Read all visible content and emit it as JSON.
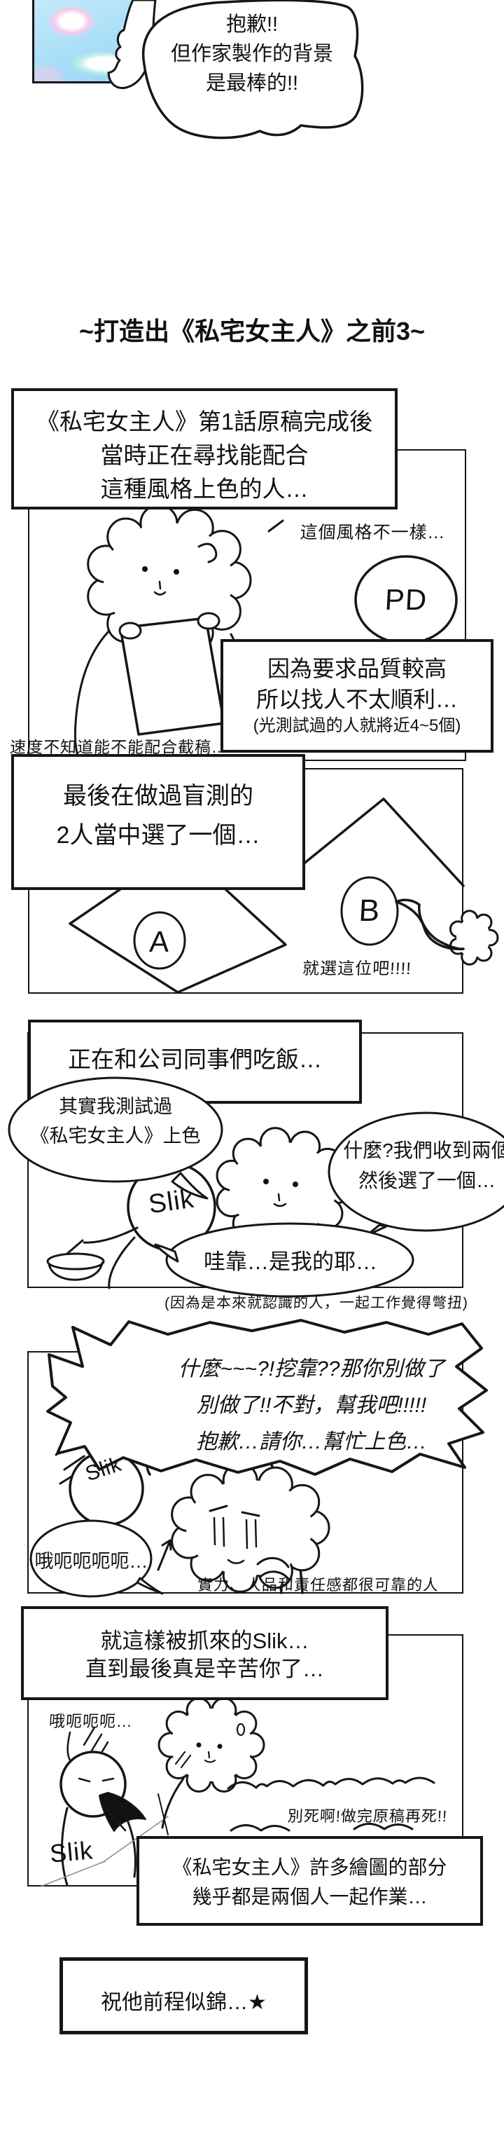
{
  "page": {
    "ink": "#111111",
    "background": "#ffffff"
  },
  "photo_colors": {
    "sky": "#abdff7",
    "flare_pink": "#f6c9ec",
    "flare_teal": "#c2f2e4",
    "flare_white": "#ffffff"
  },
  "top_bubble": {
    "lines": [
      "抱歉!!",
      "但作家製作的背景",
      "是最棒的!!"
    ]
  },
  "title": "~打造出《私宅女主人》之前3~",
  "boxes": {
    "b1": [
      "《私宅女主人》第1話原稿完成後",
      "當時正在尋找能配合",
      "這種風格上色的人…"
    ],
    "b2": [
      "因為要求品質較高",
      "所以找人不太順利…",
      "(光測試過的人就將近4~5個)"
    ],
    "b3": [
      "最後在做過盲測的",
      "2人當中選了一個…"
    ],
    "b4": [
      "正在和公司同事們吃飯…"
    ],
    "b5": [
      "就這樣被抓來的Slik…",
      "直到最後真是辛苦你了…"
    ],
    "b6": [
      "《私宅女主人》許多繪圖的部分",
      "幾乎都是兩個人一起作業…"
    ],
    "b7": [
      "祝他前程似錦…★"
    ]
  },
  "panel1": {
    "note_style": "這個風格不一樣…",
    "note_deadline": "速度不知道能不能配合截稿…",
    "pd_label": "PD"
  },
  "panel2": {
    "label_a": "A",
    "label_b": "B",
    "note_pick": "就選這位吧!!!!"
  },
  "panel3": {
    "bubble_test": [
      "其實我測試過",
      "《私宅女主人》上色"
    ],
    "bubble_what": [
      "什麼?我們收到兩個",
      "然後選了一個…"
    ],
    "bubble_mine": "哇靠…是我的耶…",
    "slik_label": "Slik",
    "caption": "(因為是本來就認識的人，一起工作覺得彆扭)"
  },
  "panel4": {
    "burst": [
      "什麼~~~?!挖靠??那你別做了",
      "別做了!!不對，幫我吧!!!!!",
      "抱歉…請你…幫忙上色…"
    ],
    "bubble_groan": "哦呃呃呃呃…",
    "slik_label": "Slik",
    "caption": "實力、人品和責任感都很可靠的人"
  },
  "panel6": {
    "groan": "哦呃呃呃…",
    "slik_label": "Slik",
    "shout": "別死啊!做完原稿再死!!"
  }
}
